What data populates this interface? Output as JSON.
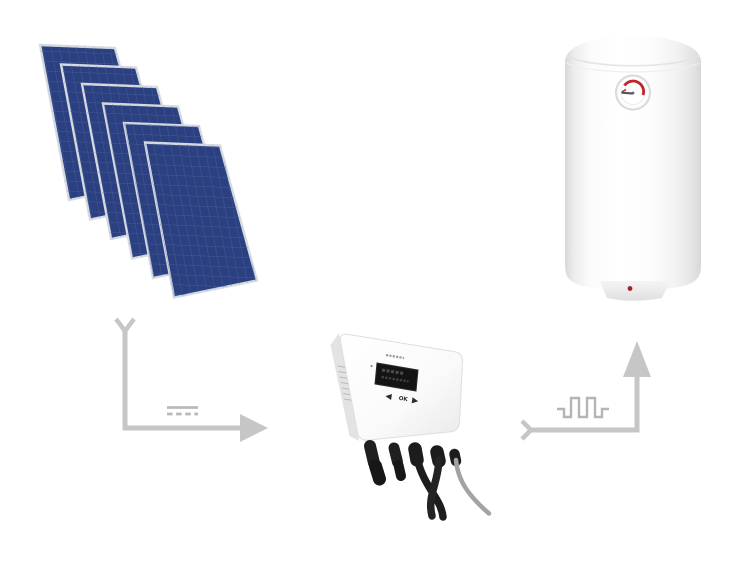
{
  "scene": {
    "description": "Solar photovoltaic water-heating system: PV panel array feeding a DC MPPT controller which powers an electric water heater",
    "background_color": "#ffffff"
  },
  "solar_array": {
    "panel_count": 6,
    "panel_color": "#2b4080",
    "frame_color": "#d6dae1",
    "grid_color": "#53689f"
  },
  "flow_left": {
    "symbol": "dc-current",
    "color": "#c6c6c6",
    "symbol_color": "#b9b9b9"
  },
  "flow_right": {
    "symbol": "pwm-square-wave",
    "color": "#c6c6c6",
    "symbol_color": "#b5b5b5"
  },
  "controller": {
    "body_color": "#fdfdfd",
    "side_color": "#e3e3e3",
    "display_color": "#141414",
    "buttons": {
      "left": "◀",
      "ok": "OK",
      "right": "▶"
    },
    "cables": {
      "mc4_connectors": 2,
      "black_cables": 2,
      "gray_cables": 1
    }
  },
  "water_heater": {
    "body_color": "#ffffff",
    "gauge": {
      "arc_color": "#c0232a",
      "needle_color": "#555555"
    },
    "indicator_dot_color": "#a8201f"
  }
}
